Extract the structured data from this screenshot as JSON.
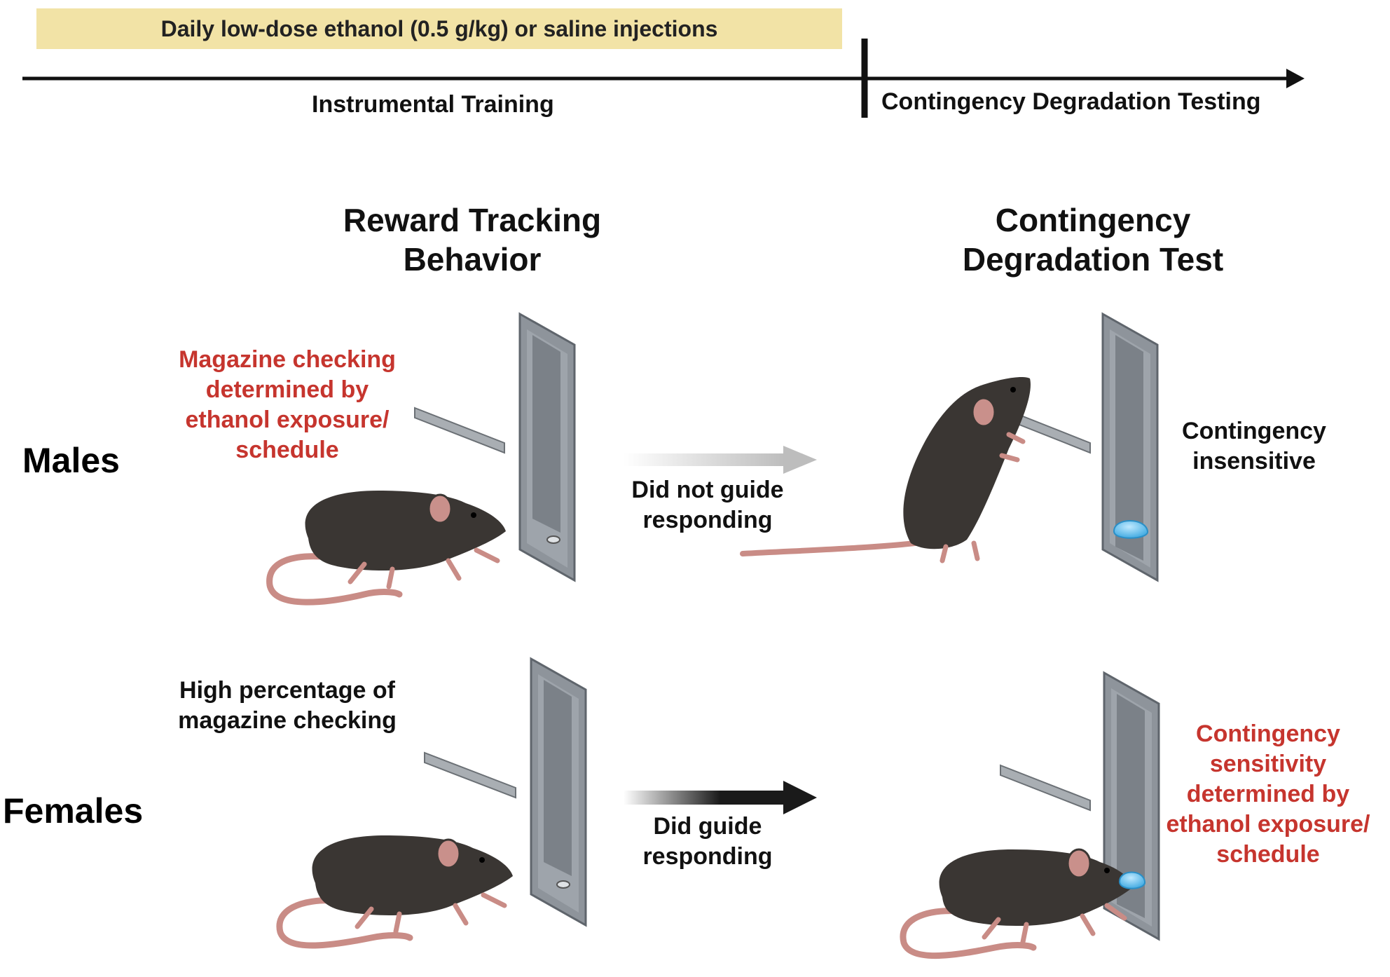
{
  "timeline": {
    "banner": "Daily low-dose ethanol (0.5 g/kg) or saline injections",
    "phase_1": "Instrumental Training",
    "phase_2": "Contingency Degradation Testing"
  },
  "columns": {
    "left_title": [
      "Reward Tracking",
      "Behavior"
    ],
    "right_title": [
      "Contingency",
      "Degradation Test"
    ]
  },
  "rows": {
    "males": {
      "label": "Males",
      "left_note": [
        "Magazine checking",
        "determined by",
        "ethanol exposure/",
        "schedule"
      ],
      "arrow_label": [
        "Did not guide",
        "responding"
      ],
      "right_note": [
        "Contingency",
        "insensitive"
      ]
    },
    "females": {
      "label": "Females",
      "left_note": [
        "High percentage of",
        "magazine checking"
      ],
      "arrow_label": [
        "Did guide",
        "responding"
      ],
      "right_note": [
        "Contingency",
        "sensitivity",
        "determined by",
        "ethanol exposure/",
        "schedule"
      ]
    }
  },
  "colors": {
    "highlight_text": "#c6352e",
    "banner_bg": "#f2e3a6",
    "mouse_body": "#3a3633",
    "mouse_tail": "#c98c86",
    "panel": "#8e949b",
    "arrow_gray": "#bdbdbd",
    "arrow_black": "#1a1a1a",
    "pellet": "#5cc0ef"
  }
}
